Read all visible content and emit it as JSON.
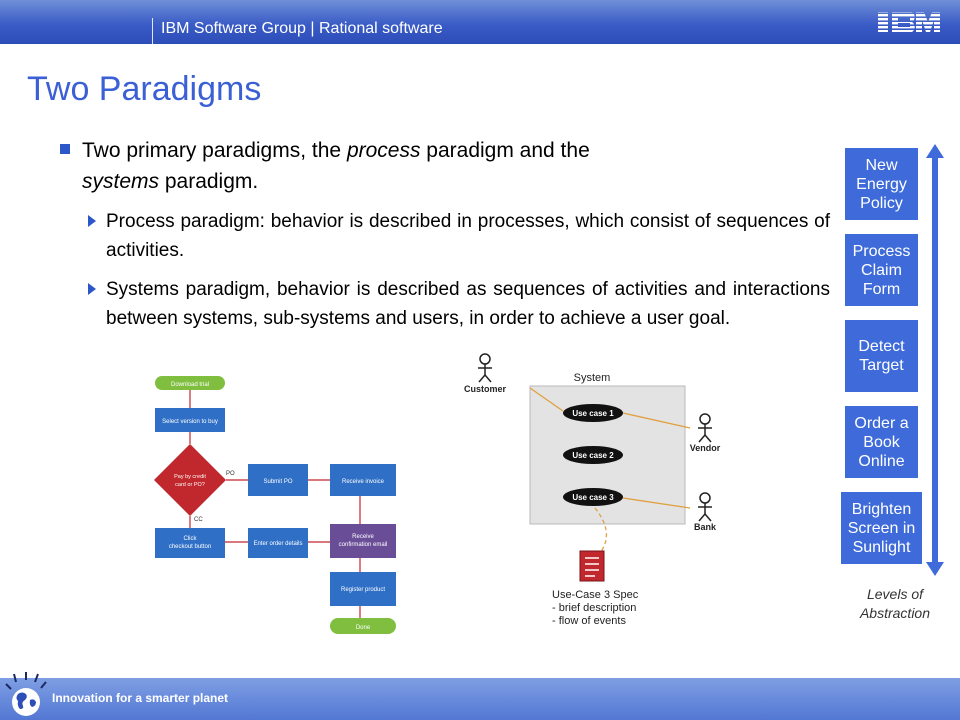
{
  "header": {
    "group": "IBM Software Group | Rational software",
    "logo": "IBM"
  },
  "slide": {
    "title": "Two Paradigms",
    "bullet1": {
      "pre": "Two primary paradigms, the ",
      "em1": "process",
      "mid": " paradigm and the ",
      "em2": "systems",
      "post": " paradigm."
    },
    "sub1": "Process paradigm: behavior is described in processes, which consist of sequences of activities.",
    "sub2": "Systems paradigm, behavior is described as sequences of activities and interactions between systems, sub-systems and users, in order to achieve a user goal."
  },
  "flowchart": {
    "download": "Download trial",
    "select": "Select version to buy",
    "decision": [
      "Pay by credit",
      "card or PO?"
    ],
    "po_label": "PO",
    "cc_label": "CC",
    "submit": "Submit PO",
    "receive_invoice": "Receive invoice",
    "click": [
      "Click",
      "checkout button"
    ],
    "enter": "Enter order details",
    "receive_email": [
      "Receive",
      "confirmation email"
    ],
    "register": "Register product",
    "done": "Done"
  },
  "usecase": {
    "system": "System",
    "customer": "Customer",
    "vendor": "Vendor",
    "bank": "Bank",
    "uc1": "Use case 1",
    "uc2": "Use case 2",
    "uc3": "Use case 3",
    "spec": [
      "Use-Case 3 Spec",
      "- brief description",
      "- flow of events"
    ]
  },
  "levels": {
    "boxes": [
      [
        "New",
        "Energy",
        "Policy"
      ],
      [
        "Process",
        "Claim",
        "Form"
      ],
      [
        "Detect",
        "Target"
      ],
      [
        "Order a",
        "Book",
        "Online"
      ],
      [
        "Brighten",
        "Screen in",
        "Sunlight"
      ]
    ],
    "label": [
      "Levels of",
      "Abstraction"
    ]
  },
  "footer": {
    "tagline": "Innovation for a smarter planet"
  },
  "colors": {
    "accent": "#3b5fd4",
    "box": "#3e6bd9",
    "flow_blue": "#2f6fc6",
    "flow_red": "#c0282d",
    "flow_green": "#7fbe3f",
    "flow_purple": "#6a4d97"
  }
}
